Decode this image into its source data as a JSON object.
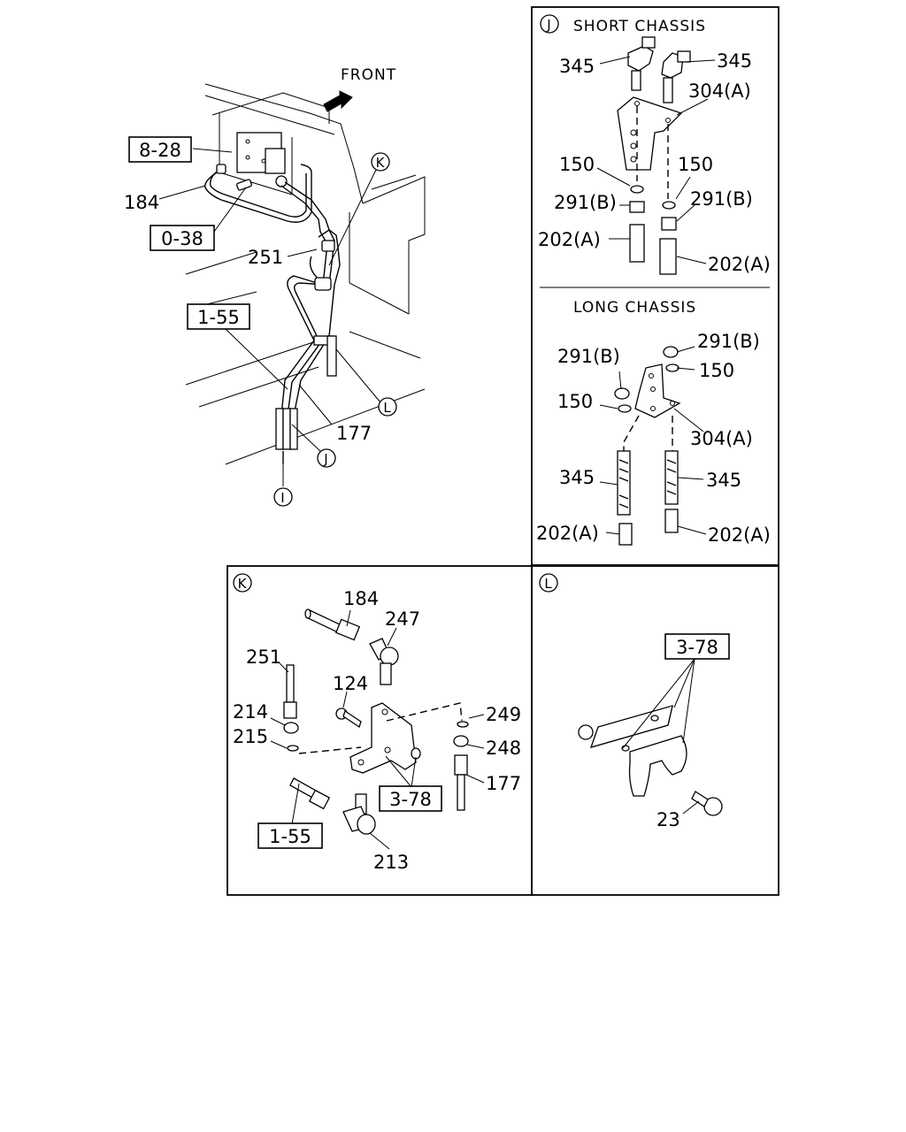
{
  "main": {
    "front_label": "FRONT",
    "refs": {
      "r8_28": "8-28",
      "r0_38": "0-38",
      "r1_55": "1-55"
    },
    "parts": {
      "p184": "184",
      "p251": "251",
      "p177": "177"
    },
    "callouts": {
      "k": "K",
      "l": "L",
      "j": "J",
      "i": "I"
    }
  },
  "panel_j": {
    "circle": "J",
    "short_title": "SHORT CHASSIS",
    "long_title": "LONG CHASSIS",
    "short": {
      "p345_left": "345",
      "p345_right": "345",
      "p304": "304(A)",
      "p150_left": "150",
      "p150_right": "150",
      "p291_left": "291(B)",
      "p291_right": "291(B)",
      "p202_left": "202(A)",
      "p202_right": "202(A)"
    },
    "long": {
      "p291_right": "291(B)",
      "p291_left": "291(B)",
      "p150_right": "150",
      "p150_left": "150",
      "p304": "304(A)",
      "p345_left": "345",
      "p345_right": "345",
      "p202_left": "202(A)",
      "p202_right": "202(A)"
    }
  },
  "panel_k": {
    "circle": "K",
    "parts": {
      "p184": "184",
      "p247": "247",
      "p251": "251",
      "p124": "124",
      "p214": "214",
      "p215": "215",
      "p249": "249",
      "p248": "248",
      "p177": "177",
      "p213": "213"
    },
    "refs": {
      "r3_78": "3-78",
      "r1_55": "1-55"
    }
  },
  "panel_l": {
    "circle": "L",
    "ref": "3-78",
    "p23": "23"
  }
}
